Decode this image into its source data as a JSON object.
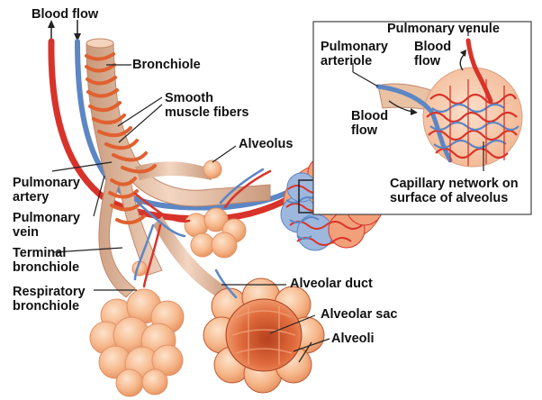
{
  "labels": {
    "blood_flow_top": "Blood flow",
    "bronchiole": "Bronchiole",
    "smooth_muscle_fibers": "Smooth\nmuscle fibers",
    "alveolus": "Alveolus",
    "pulmonary_artery": "Pulmonary\nartery",
    "pulmonary_vein": "Pulmonary\nvein",
    "terminal_bronchiole": "Terminal\nbronchiole",
    "respiratory_bronchiole": "Respiratory\nbronchiole",
    "alveolar_duct": "Alveolar duct",
    "alveolar_sac": "Alveolar sac",
    "alveoli": "Alveoli",
    "inset_pulmonary_venule": "Pulmonary venule",
    "inset_pulmonary_arteriole": "Pulmonary\narteriole",
    "inset_blood_flow_top": "Blood\nflow",
    "inset_blood_flow_left": "Blood\nflow",
    "inset_capillary_network": "Capillary network on\nsurface of alveolus"
  },
  "colors": {
    "artery_red": "#d8332a",
    "vein_blue": "#5c86c4",
    "airway_tan": "#e3b99a",
    "alveolus_peach": "#f6b78a",
    "muscle_orange": "#e0612f"
  }
}
